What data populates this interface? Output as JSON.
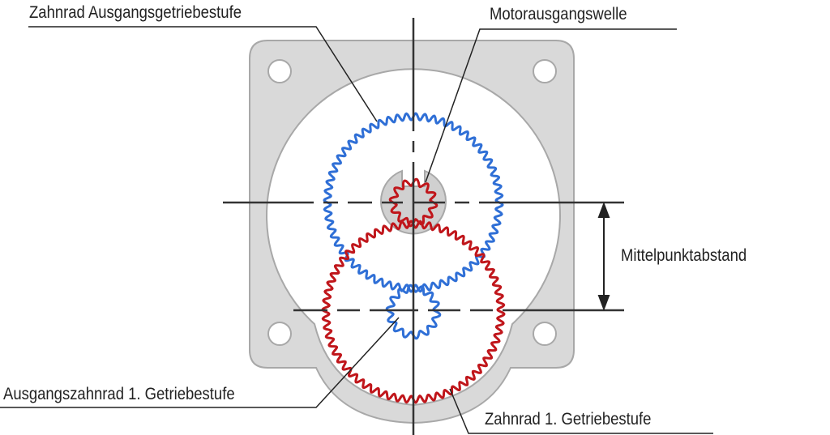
{
  "labels": {
    "output_stage_gear": "Zahnrad Ausgangsgetriebestufe",
    "motor_shaft": "Motorausgangswelle",
    "center_distance": "Mittelpunktabstand",
    "first_stage_output_gear": "Ausgangszahnrad 1. Getriebestufe",
    "first_stage_gear": "Zahnrad 1. Getriebestufe"
  },
  "colors": {
    "blue_gear": "#2f6fd6",
    "red_gear": "#c0161b",
    "plate": "#d9d9d9",
    "plate_stroke": "#a8a8a8",
    "line": "#333333"
  },
  "gears": {
    "output_stage_gear_teeth": 60,
    "motor_pinion_teeth": 12,
    "first_stage_gear_teeth": 62,
    "first_stage_pinion_teeth": 14
  }
}
